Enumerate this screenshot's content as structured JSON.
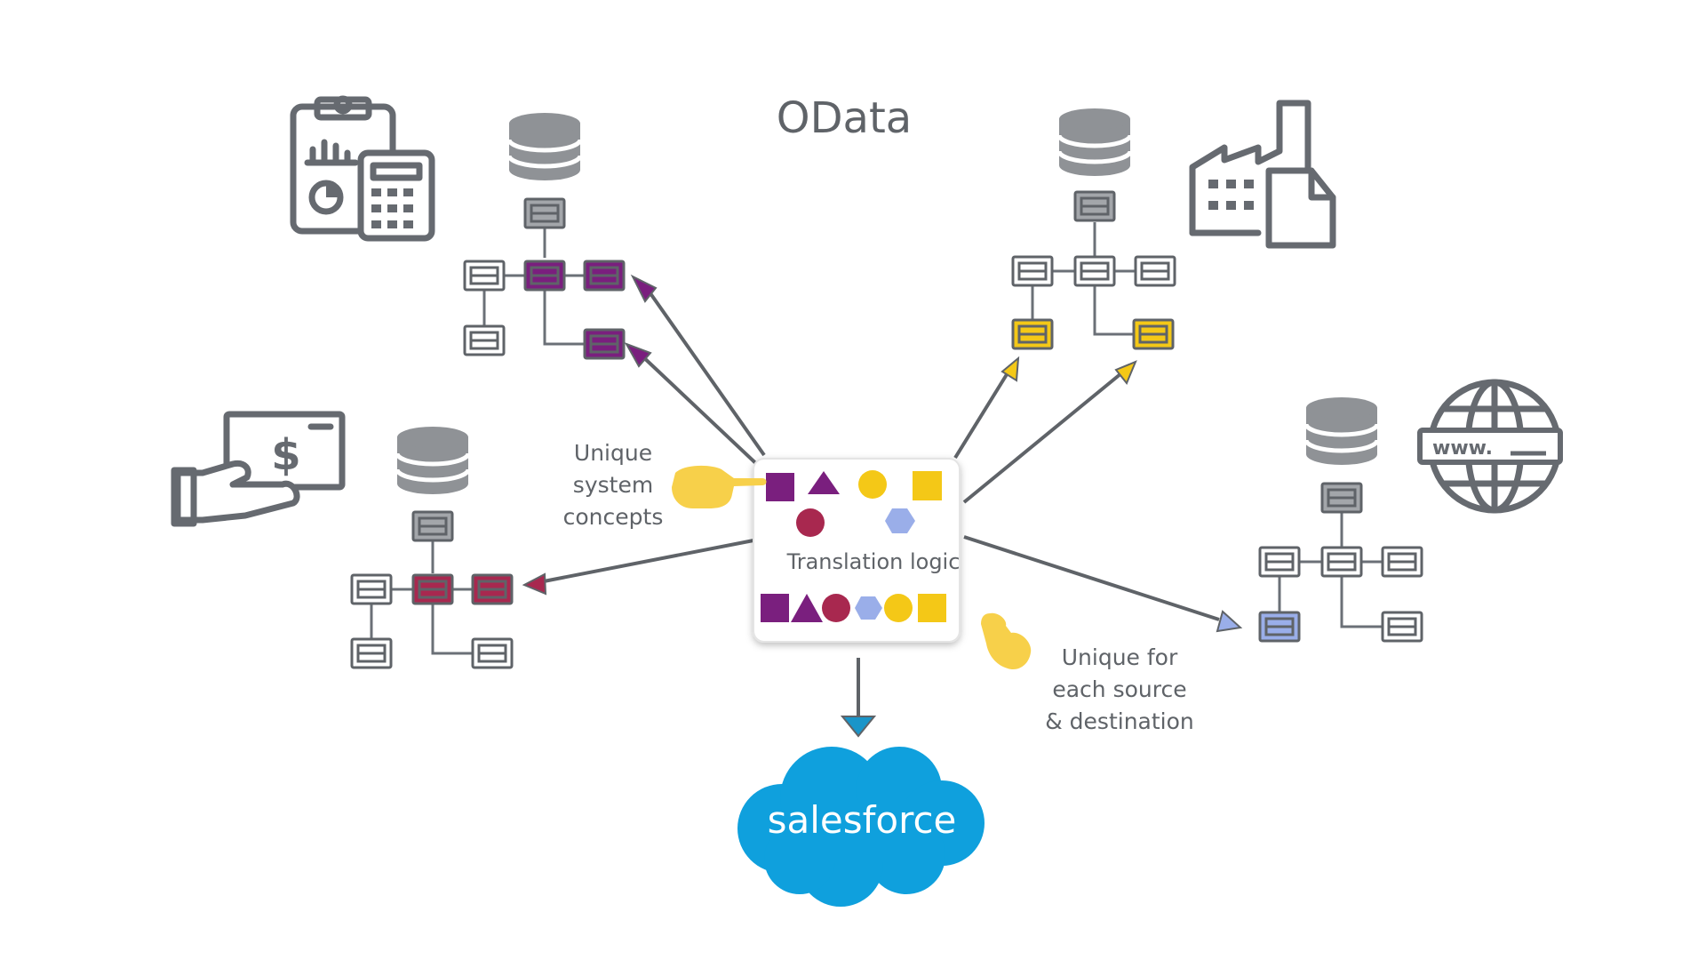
{
  "title": "OData",
  "center": {
    "label": "Translation logic"
  },
  "annotations": {
    "left_lines": [
      "Unique",
      "system",
      "concepts"
    ],
    "right_lines": [
      "Unique for",
      "each source",
      "& destination"
    ]
  },
  "destination": {
    "logo_text": "salesforce"
  },
  "sources": {
    "finance": {
      "icon": "clipboard-calculator-icon",
      "accent": "#7a1f7e"
    },
    "payments": {
      "icon": "hand-cash-icon",
      "accent": "#9c2750"
    },
    "manufacturing": {
      "icon": "factory-document-icon",
      "accent": "#f2c618"
    },
    "web": {
      "icon": "globe-www-icon",
      "icon_text": "www.",
      "accent": "#8fa3e3"
    }
  },
  "colors": {
    "purple": "#7a1f7e",
    "crimson": "#a8284f",
    "yellow": "#f4c817",
    "lavender": "#9aaee9",
    "gray_icon": "#666a70",
    "db_gray": "#8f9296",
    "salesforce_blue": "#0fa0dd",
    "arrow_blue": "#1a95c9"
  }
}
